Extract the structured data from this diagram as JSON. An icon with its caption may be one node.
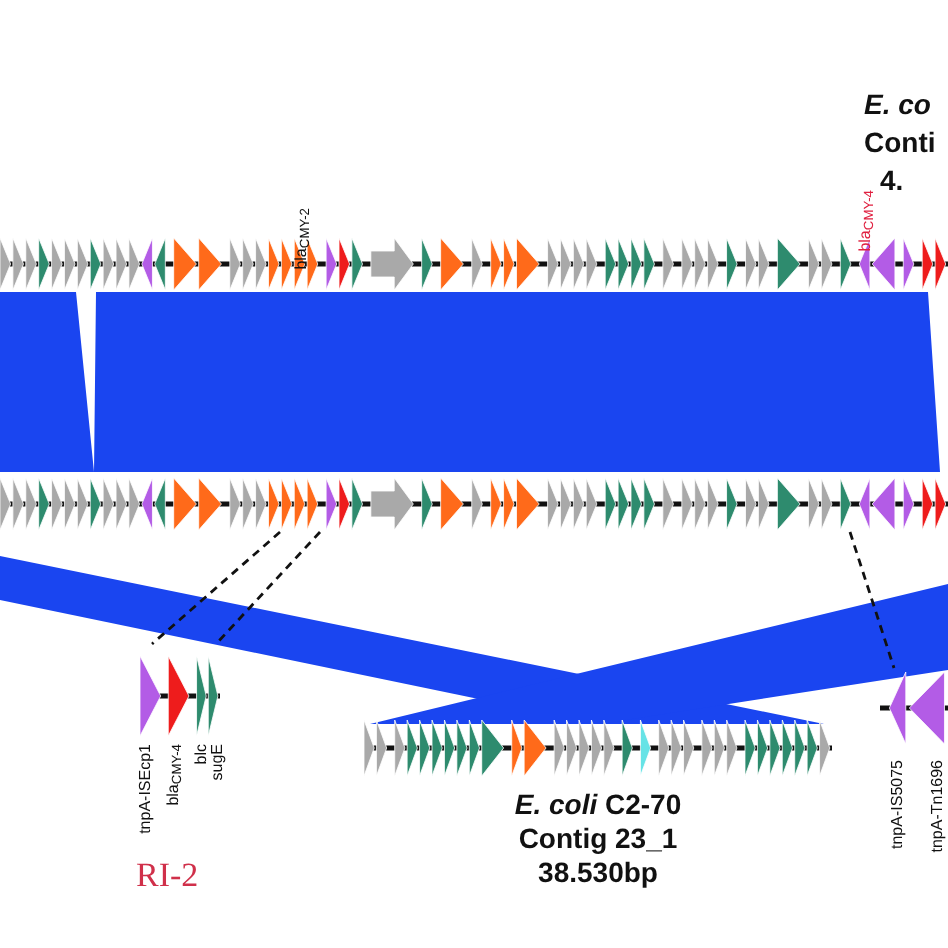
{
  "diagram": {
    "nodes": [
      {
        "text": [
          "*E. co*",
          "Conti",
          "4."
        ]
      },
      {
        "text": [],
        "shape": "bar"
      },
      {
        "text": [],
        "shape": "bar",
        "beside": [
          "RI-2"
        ]
      },
      {
        "text": [
          "*E. coli* C2-70",
          "Contig 23_1",
          "38.530bp"
        ]
      },
      {
        "text": [],
        "shape": "bar"
      }
    ],
    "edges": [
      {
        "from": 1,
        "to": 2,
        "arrow": "none",
        "style": "dashed"
      },
      {
        "from": 1,
        "to": 2,
        "arrow": "none",
        "style": "dashed"
      },
      {
        "from": 1,
        "to": 4,
        "arrow": "none",
        "style": "dashed"
      }
    ],
    "labels": [
      "bla$_{CMY-2}$",
      "bla$_{CMY-4}$",
      "tnpA-ISEcp1",
      "bla$_{CMY-4}$",
      "blc",
      "sugE",
      "tnpA-IS5075",
      "tnpA-Tn1696"
    ]
  }
}
